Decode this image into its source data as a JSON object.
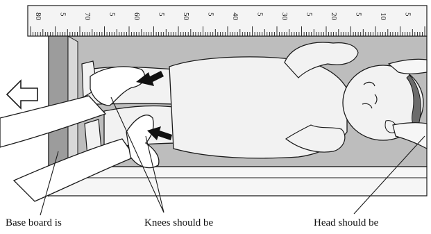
{
  "ruler": {
    "labels": [
      "80",
      "5",
      "70",
      "5",
      "60",
      "5",
      "50",
      "5",
      "40",
      "5",
      "30",
      "5",
      "20",
      "5",
      "10",
      "5"
    ]
  },
  "captions": {
    "base_board": "Base board is",
    "knees": "Knees should be",
    "head": "Head should be"
  },
  "colors": {
    "board": "#bdbdbd",
    "ruler": "#f4f4f4",
    "outline": "#1a1a1a",
    "baby": "#f2f2f2",
    "footboard": "#9c9c9c"
  },
  "icons": {
    "direction_arrow": "left-arrow-outline",
    "hand_arrows": "black-pointing-arrows"
  }
}
